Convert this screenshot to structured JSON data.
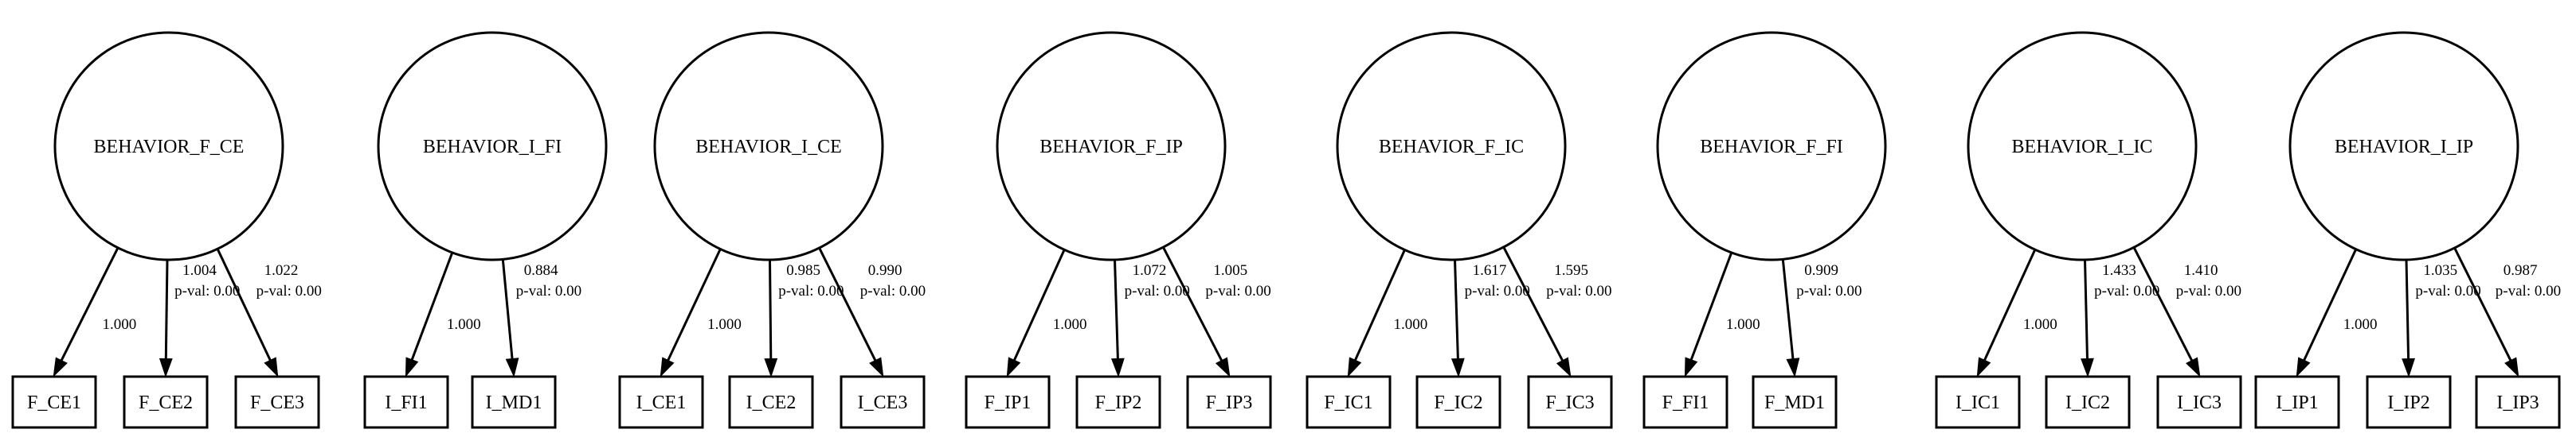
{
  "colors": {
    "background": "#ffffff",
    "stroke": "#000000"
  },
  "factors": [
    {
      "name": "BEHAVIOR_F_CE",
      "indicators": [
        {
          "name": "F_CE1",
          "loading": "1.000",
          "pval": ""
        },
        {
          "name": "F_CE2",
          "loading": "1.004",
          "pval": "p-val: 0.00"
        },
        {
          "name": "F_CE3",
          "loading": "1.022",
          "pval": "p-val: 0.00"
        }
      ]
    },
    {
      "name": "BEHAVIOR_I_FI",
      "indicators": [
        {
          "name": "I_FI1",
          "loading": "1.000",
          "pval": ""
        },
        {
          "name": "I_MD1",
          "loading": "0.884",
          "pval": "p-val: 0.00"
        }
      ]
    },
    {
      "name": "BEHAVIOR_I_CE",
      "indicators": [
        {
          "name": "I_CE1",
          "loading": "1.000",
          "pval": ""
        },
        {
          "name": "I_CE2",
          "loading": "0.985",
          "pval": "p-val: 0.00"
        },
        {
          "name": "I_CE3",
          "loading": "0.990",
          "pval": "p-val: 0.00"
        }
      ]
    },
    {
      "name": "BEHAVIOR_F_IP",
      "indicators": [
        {
          "name": "F_IP1",
          "loading": "1.000",
          "pval": ""
        },
        {
          "name": "F_IP2",
          "loading": "1.072",
          "pval": "p-val: 0.00"
        },
        {
          "name": "F_IP3",
          "loading": "1.005",
          "pval": "p-val: 0.00"
        }
      ]
    },
    {
      "name": "BEHAVIOR_F_IC",
      "indicators": [
        {
          "name": "F_IC1",
          "loading": "1.000",
          "pval": ""
        },
        {
          "name": "F_IC2",
          "loading": "1.617",
          "pval": "p-val: 0.00"
        },
        {
          "name": "F_IC3",
          "loading": "1.595",
          "pval": "p-val: 0.00"
        }
      ]
    },
    {
      "name": "BEHAVIOR_F_FI",
      "indicators": [
        {
          "name": "F_FI1",
          "loading": "1.000",
          "pval": ""
        },
        {
          "name": "F_MD1",
          "loading": "0.909",
          "pval": "p-val: 0.00"
        }
      ]
    },
    {
      "name": "BEHAVIOR_I_IC",
      "indicators": [
        {
          "name": "I_IC1",
          "loading": "1.000",
          "pval": ""
        },
        {
          "name": "I_IC2",
          "loading": "1.433",
          "pval": "p-val: 0.00"
        },
        {
          "name": "I_IC3",
          "loading": "1.410",
          "pval": "p-val: 0.00"
        }
      ]
    },
    {
      "name": "BEHAVIOR_I_IP",
      "indicators": [
        {
          "name": "I_IP1",
          "loading": "1.000",
          "pval": ""
        },
        {
          "name": "I_IP2",
          "loading": "1.035",
          "pval": "p-val: 0.00"
        },
        {
          "name": "I_IP3",
          "loading": "0.987",
          "pval": "p-val: 0.00"
        }
      ]
    }
  ]
}
